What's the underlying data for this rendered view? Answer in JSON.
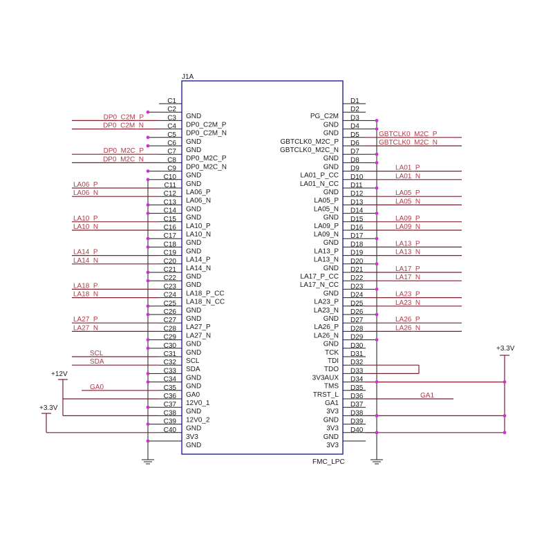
{
  "component": {
    "designator": "J1A",
    "part_name": "FMC_LPC",
    "body_color": "#2e2e9e",
    "pin_color": "#1a1a1a",
    "wire_color": "#7a1f2e",
    "net_label_color": "#b03a48",
    "junction_color": "#cc33cc"
  },
  "left_pins": [
    {
      "num": "C1",
      "name": ""
    },
    {
      "num": "C2",
      "name": "GND"
    },
    {
      "num": "C3",
      "name": "DP0_C2M_P"
    },
    {
      "num": "C4",
      "name": "DP0_C2M_N"
    },
    {
      "num": "C5",
      "name": "GND"
    },
    {
      "num": "C6",
      "name": "GND"
    },
    {
      "num": "C7",
      "name": "DP0_M2C_P"
    },
    {
      "num": "C8",
      "name": "DP0_M2C_N"
    },
    {
      "num": "C9",
      "name": "GND"
    },
    {
      "num": "C10",
      "name": "GND"
    },
    {
      "num": "C11",
      "name": "LA06_P"
    },
    {
      "num": "C12",
      "name": "LA06_N"
    },
    {
      "num": "C13",
      "name": "GND"
    },
    {
      "num": "C14",
      "name": "GND"
    },
    {
      "num": "C15",
      "name": "LA10_P"
    },
    {
      "num": "C16",
      "name": "LA10_N"
    },
    {
      "num": "C17",
      "name": "GND"
    },
    {
      "num": "C18",
      "name": "GND"
    },
    {
      "num": "C19",
      "name": "LA14_P"
    },
    {
      "num": "C20",
      "name": "LA14_N"
    },
    {
      "num": "C21",
      "name": "GND"
    },
    {
      "num": "C22",
      "name": "GND"
    },
    {
      "num": "C23",
      "name": "LA18_P_CC"
    },
    {
      "num": "C24",
      "name": "LA18_N_CC"
    },
    {
      "num": "C25",
      "name": "GND"
    },
    {
      "num": "C26",
      "name": "GND"
    },
    {
      "num": "C27",
      "name": "LA27_P"
    },
    {
      "num": "C28",
      "name": "LA27_N"
    },
    {
      "num": "C29",
      "name": "GND"
    },
    {
      "num": "C30",
      "name": "GND"
    },
    {
      "num": "C31",
      "name": "SCL"
    },
    {
      "num": "C32",
      "name": "SDA"
    },
    {
      "num": "C33",
      "name": "GND"
    },
    {
      "num": "C34",
      "name": "GND"
    },
    {
      "num": "C35",
      "name": "GA0"
    },
    {
      "num": "C36",
      "name": "12V0_1"
    },
    {
      "num": "C37",
      "name": "GND"
    },
    {
      "num": "C38",
      "name": "12V0_2"
    },
    {
      "num": "C39",
      "name": "GND"
    },
    {
      "num": "C40",
      "name": "3V3"
    },
    {
      "num": "",
      "name": "GND"
    }
  ],
  "right_pins": [
    {
      "num": "D1",
      "name": ""
    },
    {
      "num": "D2",
      "name": "PG_C2M"
    },
    {
      "num": "D3",
      "name": "GND"
    },
    {
      "num": "D4",
      "name": "GND"
    },
    {
      "num": "D5",
      "name": "GBTCLK0_M2C_P"
    },
    {
      "num": "D6",
      "name": "GBTCLK0_M2C_N"
    },
    {
      "num": "D7",
      "name": "GND"
    },
    {
      "num": "D8",
      "name": "GND"
    },
    {
      "num": "D9",
      "name": "LA01_P_CC"
    },
    {
      "num": "D10",
      "name": "LA01_N_CC"
    },
    {
      "num": "D11",
      "name": "GND"
    },
    {
      "num": "D12",
      "name": "LA05_P"
    },
    {
      "num": "D13",
      "name": "LA05_N"
    },
    {
      "num": "D14",
      "name": "GND"
    },
    {
      "num": "D15",
      "name": "LA09_P"
    },
    {
      "num": "D16",
      "name": "LA09_N"
    },
    {
      "num": "D17",
      "name": "GND"
    },
    {
      "num": "D18",
      "name": "LA13_P"
    },
    {
      "num": "D19",
      "name": "LA13_N"
    },
    {
      "num": "D20",
      "name": "GND"
    },
    {
      "num": "D21",
      "name": "LA17_P_CC"
    },
    {
      "num": "D22",
      "name": "LA17_N_CC"
    },
    {
      "num": "D23",
      "name": "GND"
    },
    {
      "num": "D24",
      "name": "LA23_P"
    },
    {
      "num": "D25",
      "name": "LA23_N"
    },
    {
      "num": "D26",
      "name": "GND"
    },
    {
      "num": "D27",
      "name": "LA26_P"
    },
    {
      "num": "D28",
      "name": "LA26_N"
    },
    {
      "num": "D29",
      "name": "GND"
    },
    {
      "num": "D30",
      "name": "TCK"
    },
    {
      "num": "D31",
      "name": "TDI"
    },
    {
      "num": "D32",
      "name": "TDO"
    },
    {
      "num": "D33",
      "name": "3V3AUX"
    },
    {
      "num": "D34",
      "name": "TMS"
    },
    {
      "num": "D35",
      "name": "TRST_L"
    },
    {
      "num": "D36",
      "name": "GA1"
    },
    {
      "num": "D37",
      "name": "3V3"
    },
    {
      "num": "D38",
      "name": "GND"
    },
    {
      "num": "D39",
      "name": "3V3"
    },
    {
      "num": "D40",
      "name": "GND"
    },
    {
      "num": "",
      "name": "3V3"
    }
  ],
  "left_nets": [
    {
      "row": 2,
      "label": "DP0_C2M_P"
    },
    {
      "row": 3,
      "label": "DP0_C2M_N"
    },
    {
      "row": 6,
      "label": "DP0_M2C_P"
    },
    {
      "row": 7,
      "label": "DP0_M2C_N"
    },
    {
      "row": 10,
      "label": "LA06_P"
    },
    {
      "row": 11,
      "label": "LA06_N"
    },
    {
      "row": 14,
      "label": "LA10_P"
    },
    {
      "row": 15,
      "label": "LA10_N"
    },
    {
      "row": 18,
      "label": "LA14_P"
    },
    {
      "row": 19,
      "label": "LA14_N"
    },
    {
      "row": 22,
      "label": "LA18_P"
    },
    {
      "row": 23,
      "label": "LA18_N"
    },
    {
      "row": 26,
      "label": "LA27_P"
    },
    {
      "row": 27,
      "label": "LA27_N"
    },
    {
      "row": 30,
      "label": "SCL"
    },
    {
      "row": 31,
      "label": "SDA"
    },
    {
      "row": 34,
      "label": "GA0"
    }
  ],
  "right_nets": [
    {
      "row": 4,
      "label": "GBTCLK0_M2C_P"
    },
    {
      "row": 5,
      "label": "GBTCLK0_M2C_N"
    },
    {
      "row": 8,
      "label": "LA01_P"
    },
    {
      "row": 9,
      "label": "LA01_N"
    },
    {
      "row": 11,
      "label": "LA05_P"
    },
    {
      "row": 12,
      "label": "LA05_N"
    },
    {
      "row": 14,
      "label": "LA09_P"
    },
    {
      "row": 15,
      "label": "LA09_N"
    },
    {
      "row": 17,
      "label": "LA13_P"
    },
    {
      "row": 18,
      "label": "LA13_N"
    },
    {
      "row": 20,
      "label": "LA17_P"
    },
    {
      "row": 21,
      "label": "LA17_N"
    },
    {
      "row": 23,
      "label": "LA23_P"
    },
    {
      "row": 24,
      "label": "LA23_N"
    },
    {
      "row": 26,
      "label": "LA26_P"
    },
    {
      "row": 27,
      "label": "LA26_N"
    },
    {
      "row": 35,
      "label": "GA1"
    }
  ],
  "power_labels": {
    "left_12v": "+12V",
    "left_3v3": "+3.3V",
    "right_3v3": "+3.3V"
  }
}
